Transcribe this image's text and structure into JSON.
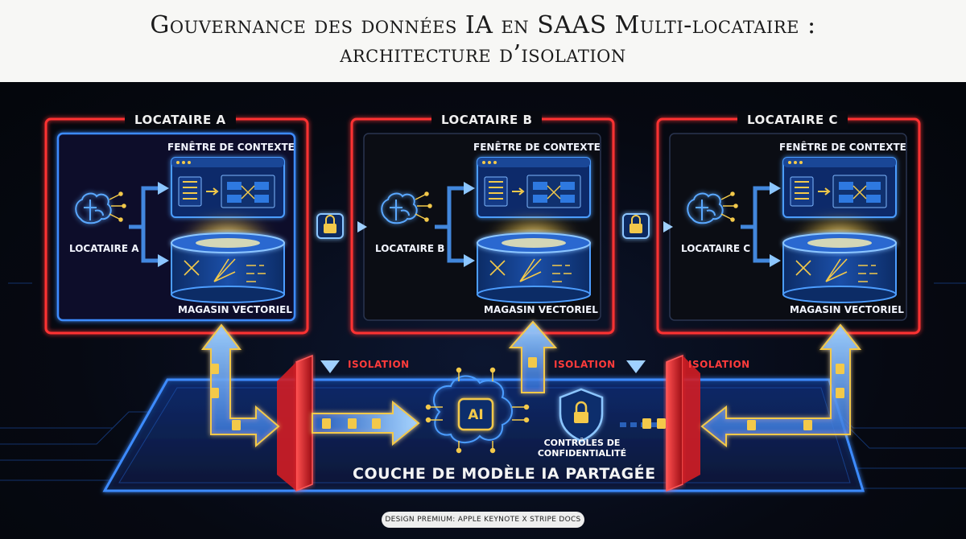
{
  "title": {
    "line1": "Gouvernance des données IA en SAAS Multi-locataire :",
    "line2": "architecture d’isolation"
  },
  "tenants": [
    {
      "header": "LOCATAIRE A",
      "agent_label": "LOCATAIRE A",
      "context_label": "FENÊTRE DE CONTEXTE",
      "store_label": "MAGASIN VECTORIEL"
    },
    {
      "header": "LOCATAIRE B",
      "agent_label": "LOCATAIRE B",
      "context_label": "FENÊTRE DE CONTEXTE",
      "store_label": "MAGASIN VECTORIEL"
    },
    {
      "header": "LOCATAIRE C",
      "agent_label": "LOCATAIRE C",
      "context_label": "FENÊTRE DE CONTEXTE",
      "store_label": "MAGASIN VECTORIEL"
    }
  ],
  "isolation_labels": [
    "ISOLATION",
    "ISOLATION",
    "ISOLATION"
  ],
  "ai_chip": "AI",
  "privacy": {
    "line1": "CONTRÔLES DE",
    "line2": "CONFIDENTIALITÉ"
  },
  "shared_layer": "COUCHE DE MODÈLE IA PARTAGÉE",
  "footer": "DESIGN PREMIUM: APPLE KEYNOTE X STRIPE DOCS",
  "colors": {
    "isolation_red": "#ff3131",
    "blue_glow": "#3d8bff",
    "gold": "#f3c94a"
  },
  "icons": [
    "brain-icon",
    "lock-icon",
    "shield-lock-icon",
    "ai-chip-icon",
    "document-icon",
    "vector-store-icon"
  ]
}
